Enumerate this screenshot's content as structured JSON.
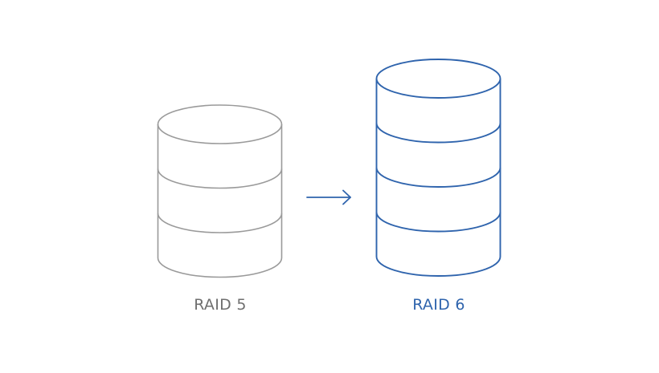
{
  "diagram": {
    "source": {
      "label": "RAID 5",
      "disk_count": 3,
      "color": "#9a9a9a",
      "label_color": "#6f6f6f"
    },
    "arrow": {
      "color": "#2f64ad",
      "direction": "right"
    },
    "target": {
      "label": "RAID 6",
      "disk_count": 4,
      "color": "#2f64ad",
      "label_color": "#2f64ad"
    }
  }
}
